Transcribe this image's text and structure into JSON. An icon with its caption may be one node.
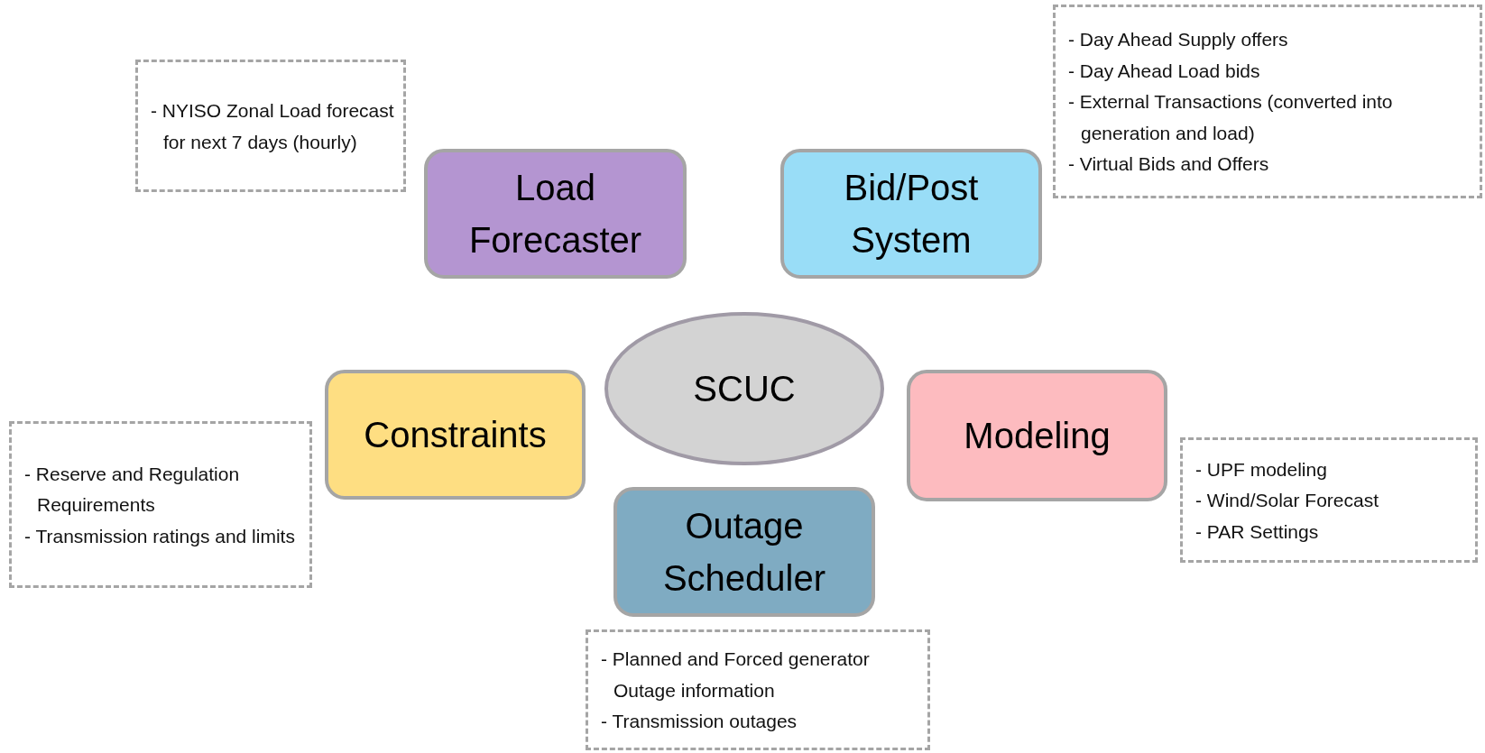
{
  "diagram": {
    "nodes": [
      {
        "text": [
          "- NYISO Zonal Load forecast for next 7 days (hourly)"
        ]
      },
      {
        "text": [
          "- Day Ahead Supply offers",
          "- Day Ahead Load bids",
          "- External Transactions (converted into generation and load)",
          "- Virtual Bids and Offers"
        ]
      },
      {
        "text": [
          "Load Forecaster"
        ]
      },
      {
        "text": [
          "Bid/Post System"
        ]
      },
      {
        "text": [
          "SCUC"
        ]
      },
      {
        "text": [
          "Constraints"
        ]
      },
      {
        "text": [
          "Modeling"
        ]
      },
      {
        "text": [
          "- Reserve and Regulation Requirements",
          "- Transmission ratings and limits"
        ]
      },
      {
        "text": [
          "- UPF modeling",
          "- Wind/Solar Forecast",
          "- PAR Settings"
        ]
      },
      {
        "text": [
          "Outage Scheduler"
        ]
      },
      {
        "text": [
          "- Planned and Forced generator Outage information",
          "- Transmission outages"
        ]
      }
    ],
    "edges": []
  }
}
